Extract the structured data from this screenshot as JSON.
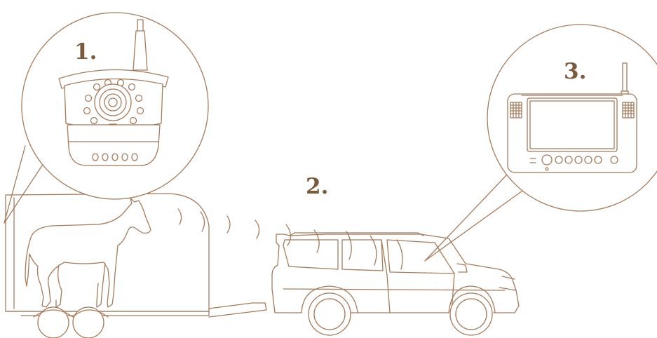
{
  "labels": {
    "camera_step": "1.",
    "transmission_step": "2.",
    "monitor_step": "3."
  },
  "colors": {
    "line": "#a57b5a",
    "label": "#7a5a3c",
    "background": "#ffffff"
  },
  "icons": [
    "wireless-camera-icon",
    "wireless-monitor-icon",
    "horse-trailer-icon",
    "horse-icon",
    "suv-icon",
    "wireless-signal-icon"
  ]
}
